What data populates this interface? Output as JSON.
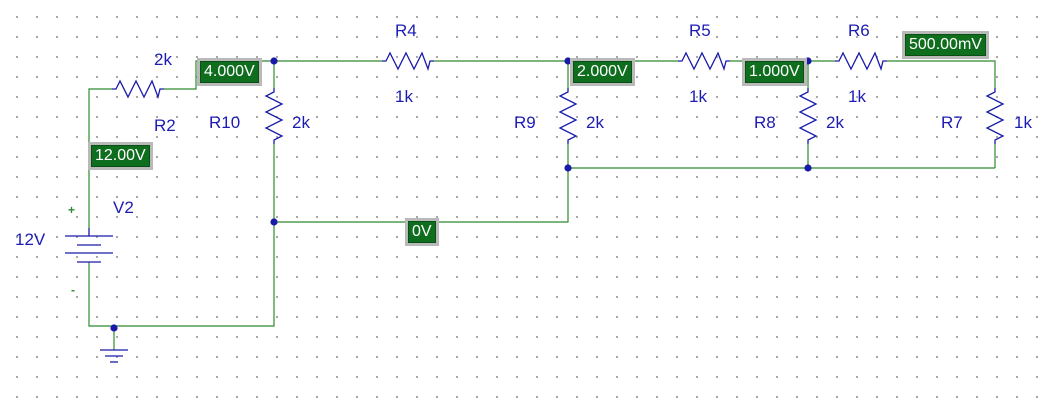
{
  "source": {
    "name": "V2",
    "value": "12V",
    "plus": "+",
    "minus": "-"
  },
  "resistors": [
    {
      "id": "r2",
      "name": "R2",
      "value": "2k"
    },
    {
      "id": "r4",
      "name": "R4",
      "value": "1k"
    },
    {
      "id": "r5",
      "name": "R5",
      "value": "1k"
    },
    {
      "id": "r6",
      "name": "R6",
      "value": "1k"
    },
    {
      "id": "r7",
      "name": "R7",
      "value": "1k"
    },
    {
      "id": "r8",
      "name": "R8",
      "value": "2k"
    },
    {
      "id": "r9",
      "name": "R9",
      "value": "2k"
    },
    {
      "id": "r10",
      "name": "R10",
      "value": "2k"
    }
  ],
  "voltage_markers": [
    {
      "node": "source-positive",
      "text": "12.00V"
    },
    {
      "node": "r10-top",
      "text": "4.000V"
    },
    {
      "node": "r9-top",
      "text": "2.000V"
    },
    {
      "node": "r8-top",
      "text": "1.000V"
    },
    {
      "node": "r7-top",
      "text": "500.00mV"
    },
    {
      "node": "middle-wire",
      "text": "0V"
    }
  ],
  "colors": {
    "wire": "#2e8b2e",
    "component": "#1a1aaa",
    "label": "#1c1cb4",
    "marker_fill": "#0f6e1e",
    "marker_outline": "#b9b9b9"
  }
}
